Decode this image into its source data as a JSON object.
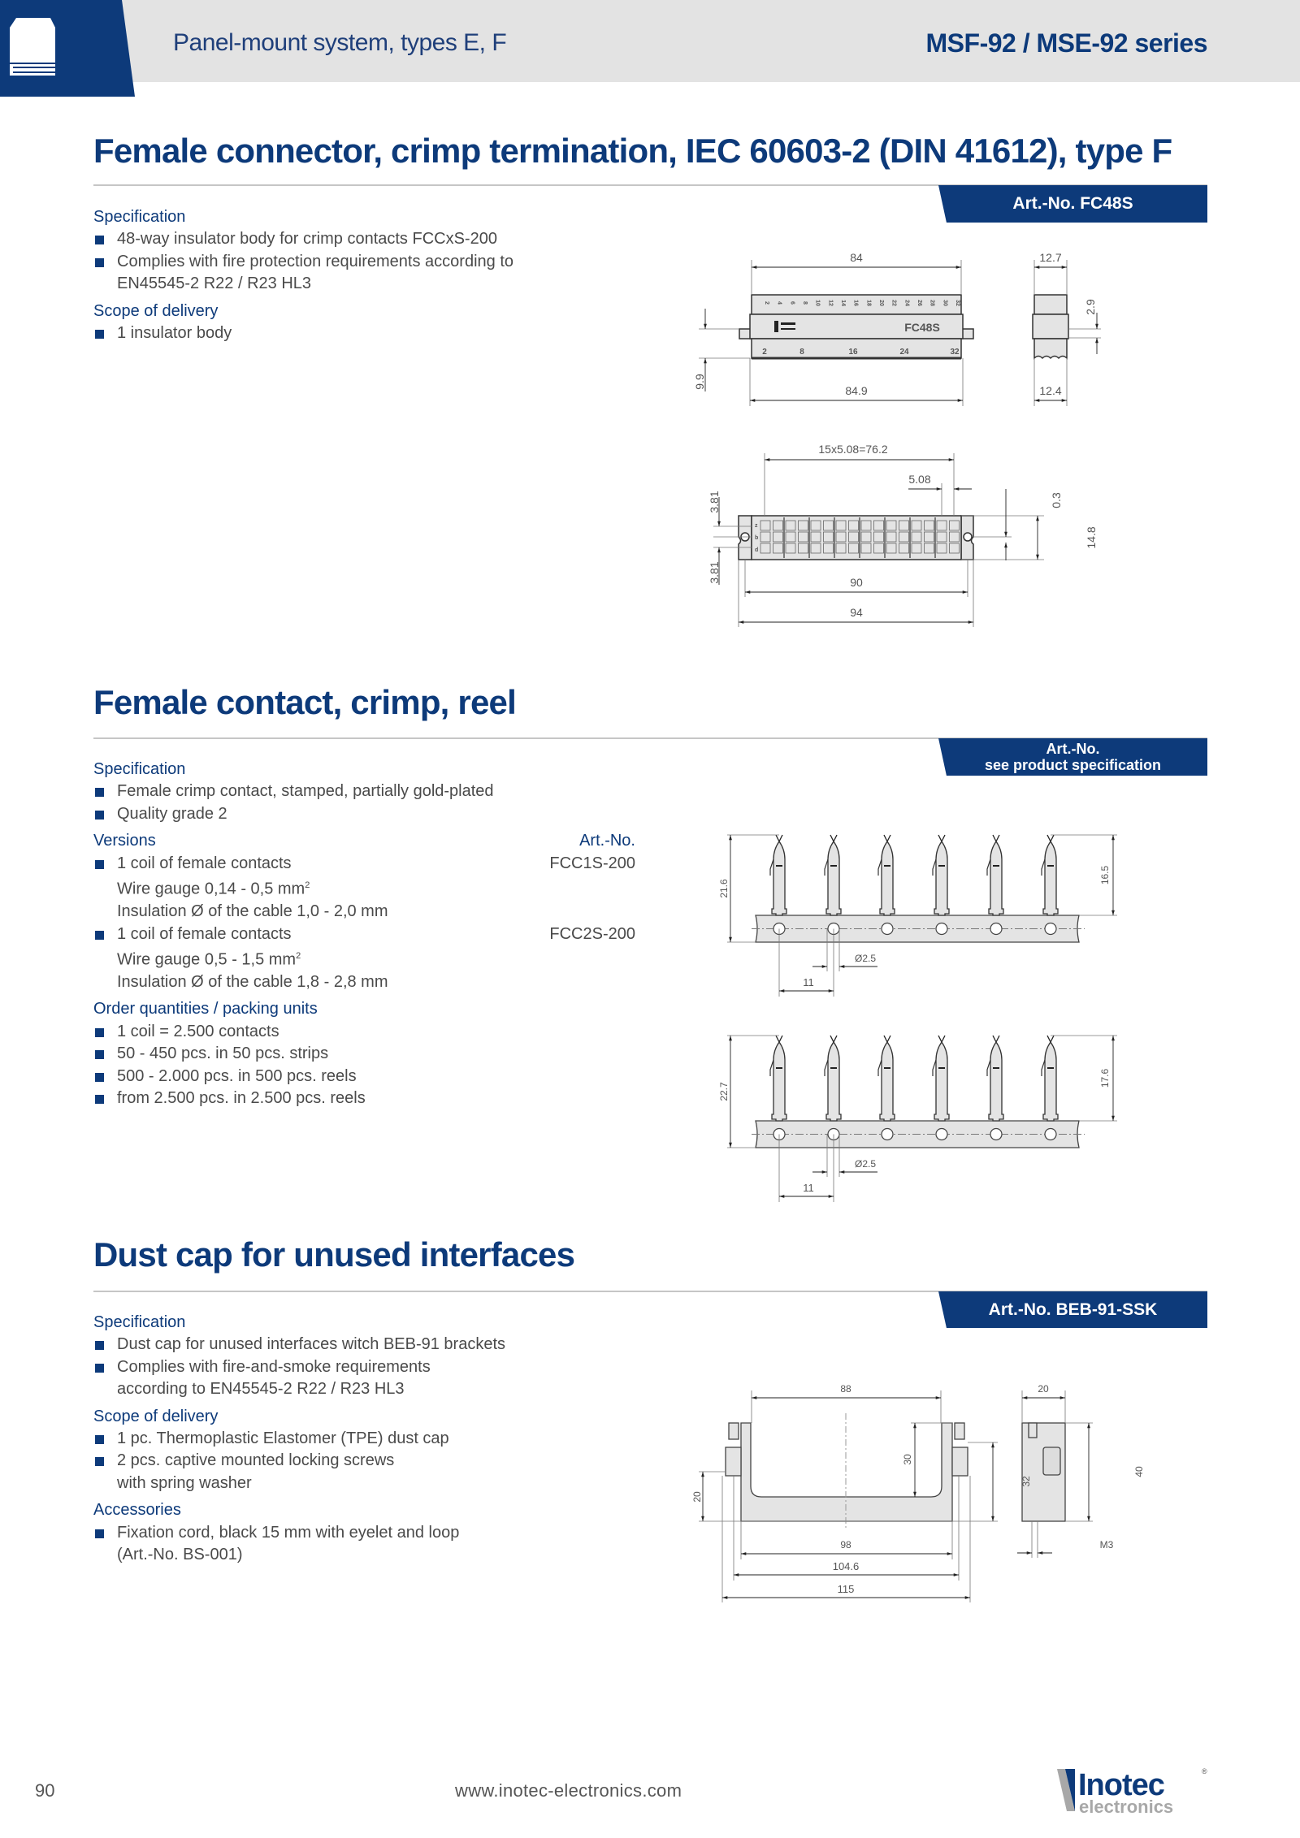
{
  "header": {
    "left_title": "Panel-mount system, types E, F",
    "series": "MSF-92 / MSE-92 series"
  },
  "colors": {
    "brand_blue": "#0d3a7a",
    "band_gray": "#e3e3e3",
    "drawing_fill": "#e4e4e4"
  },
  "section1": {
    "title": "Female connector, crimp termination, IEC 60603-2 (DIN 41612), type F",
    "art_no": "Art.-No. FC48S",
    "spec_heading": "Specification",
    "spec": [
      "48-way insulator body for crimp contacts FCCxS-200",
      "Complies with fire protection requirements according to"
    ],
    "spec_cont": "EN45545-2 R22 / R23 HL3",
    "scope_heading": "Scope of delivery",
    "scope": [
      "1 insulator body"
    ],
    "drawing": {
      "dim_width_top": "84",
      "dim_width_bottom": "84.9",
      "dim_height": "9.9",
      "dim_side_top": "12.7",
      "dim_side_bottom": "12.4",
      "dim_side_step": "2.9",
      "part_label": "FC48S",
      "pin_numbers_top": [
        "2",
        "4",
        "6",
        "8",
        "10",
        "12",
        "14",
        "16",
        "18",
        "20",
        "22",
        "24",
        "26",
        "28",
        "30",
        "32"
      ],
      "pin_numbers_bottom": [
        "2",
        "8",
        "16",
        "24",
        "32"
      ],
      "row_letters": [
        "z",
        "b",
        "d"
      ],
      "dim_pitch_total": "15x5.08=76.2",
      "dim_pitch": "5.08",
      "dim_offset": "0.3",
      "dim_face_height": "14.8",
      "dim_row_top": "3.81",
      "dim_row_bottom": "3.81",
      "dim_holes": "90",
      "dim_overall": "94"
    }
  },
  "section2": {
    "title": "Female contact, crimp, reel",
    "art_no_line1": "Art.-No.",
    "art_no_line2": "see product specification",
    "spec_heading": "Specification",
    "spec": [
      "Female crimp contact, stamped, partially gold-plated",
      "Quality grade 2"
    ],
    "versions_heading": "Versions",
    "artno_heading": "Art.-No.",
    "versions": [
      {
        "label": "1 coil of female contacts",
        "gauge": "Wire gauge 0,14 - 0,5 mm",
        "sup": "2",
        "insulation": "Insulation Ø of the cable 1,0 - 2,0 mm",
        "art": "FCC1S-200"
      },
      {
        "label": "1 coil of female contacts",
        "gauge": "Wire gauge 0,5 - 1,5 mm",
        "sup": "2",
        "insulation": "Insulation Ø of the cable 1,8 - 2,8 mm",
        "art": "FCC2S-200"
      }
    ],
    "order_heading": "Order quantities / packing units",
    "order": [
      "1 coil = 2.500 contacts",
      "50 - 450 pcs. in 50 pcs. strips",
      "500 - 2.000 pcs. in 500 pcs. reels",
      "from 2.500 pcs. in 2.500 pcs. reels"
    ],
    "drawings": [
      {
        "dim_total": "21.6",
        "dim_contact": "16.5",
        "dim_hole": "Ø2.5",
        "dim_pitch": "11"
      },
      {
        "dim_total": "22.7",
        "dim_contact": "17.6",
        "dim_hole": "Ø2.5",
        "dim_pitch": "11"
      }
    ]
  },
  "section3": {
    "title": "Dust cap for unused interfaces",
    "art_no": "Art.-No. BEB-91-SSK",
    "spec_heading": "Specification",
    "spec": [
      "Dust cap for unused interfaces witch BEB-91 brackets",
      "Complies with fire-and-smoke requirements"
    ],
    "spec_cont": "according to EN45545-2 R22 / R23 HL3",
    "scope_heading": "Scope of delivery",
    "scope": [
      "1 pc. Thermoplastic Elastomer (TPE) dust cap",
      "2 pcs. captive mounted locking screws"
    ],
    "scope_cont": "with spring washer",
    "acc_heading": "Accessories",
    "acc": [
      "Fixation cord, black 15 mm with eyelet and loop"
    ],
    "acc_cont": "(Art.-No. BS-001)",
    "drawing": {
      "dim_inner": "88",
      "dim_base": "98",
      "dim_screws": "104.6",
      "dim_overall": "115",
      "dim_screw_h": "20",
      "dim_depth": "30",
      "dim_mount": "32",
      "dim_side_w": "20",
      "dim_side_h": "40",
      "dim_thread": "M3"
    }
  },
  "footer": {
    "page": "90",
    "url": "www.inotec-electronics.com",
    "logo_text": "Inotec",
    "logo_sub": "electronics"
  }
}
